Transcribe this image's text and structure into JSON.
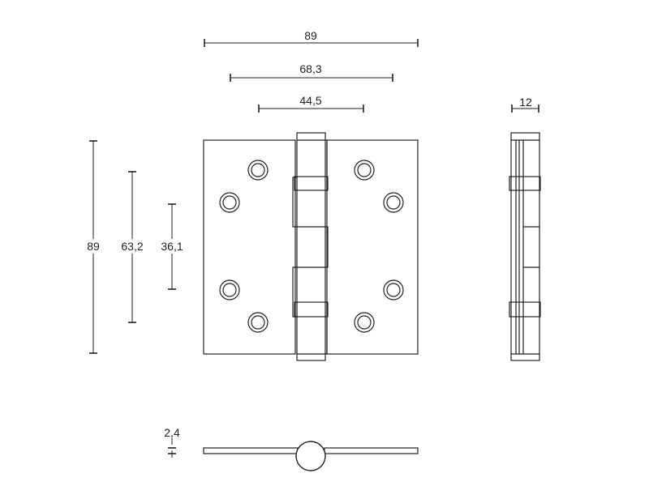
{
  "dimensions": {
    "overall_width": "89",
    "hole_spacing_outer": "68,3",
    "hole_spacing_inner": "44,5",
    "thickness_side": "12",
    "overall_height": "89",
    "hole_height_outer": "63,2",
    "hole_height_inner": "36,1",
    "leaf_thickness": "2,4"
  },
  "colors": {
    "line": "#222222",
    "background": "#ffffff"
  }
}
